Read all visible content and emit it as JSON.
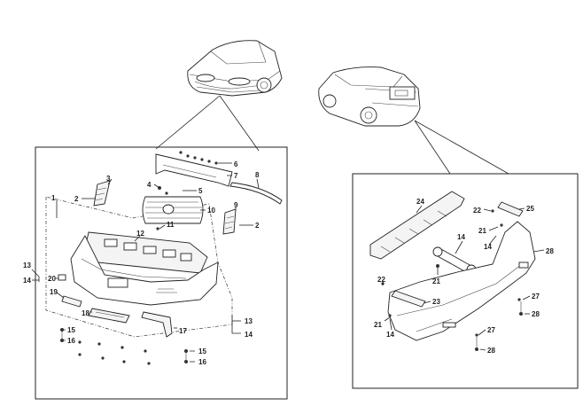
{
  "front_callouts": {
    "c1": "1",
    "c2a": "2",
    "c2b": "2",
    "c3": "3",
    "c4": "4",
    "c5": "5",
    "c6": "6",
    "c7": "7",
    "c8": "8",
    "c9": "9",
    "c10": "10",
    "c11": "11",
    "c12": "12",
    "c13a": "13",
    "c13b": "13",
    "c14a": "14",
    "c14b": "14",
    "c15a": "15",
    "c15b": "15",
    "c16a": "16",
    "c16b": "16",
    "c17": "17",
    "c18": "18",
    "c19": "19",
    "c20": "20"
  },
  "rear_callouts": {
    "c14a": "14",
    "c14b": "14",
    "c14c": "14",
    "c21a": "21",
    "c21b": "21",
    "c21c": "21",
    "c22a": "22",
    "c22b": "22",
    "c23": "23",
    "c24": "24",
    "c25": "25",
    "c27a": "27",
    "c27b": "27",
    "c28a": "28",
    "c28b": "28",
    "c28c": "28"
  }
}
